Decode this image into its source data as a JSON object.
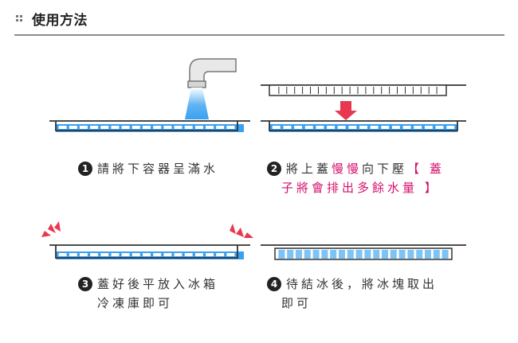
{
  "header": {
    "title": "使用方法"
  },
  "steps": [
    {
      "num": "1",
      "text": "請將下容器呈滿水"
    },
    {
      "num": "2",
      "line1_a": "將上蓋",
      "line1_b": "慢慢",
      "line1_c": "向下壓",
      "line1_d": "【 蓋",
      "line2": "子將會排出多餘水量 】"
    },
    {
      "num": "3",
      "line1": "蓋好後平放入冰箱",
      "line2": "冷凍庫即可"
    },
    {
      "num": "4",
      "line1": "待結冰後，將冰塊取出",
      "line2": "即可"
    }
  ],
  "colors": {
    "water": "#3aa0f0",
    "accent": "#d4106c",
    "arrow": "#e8384f"
  }
}
